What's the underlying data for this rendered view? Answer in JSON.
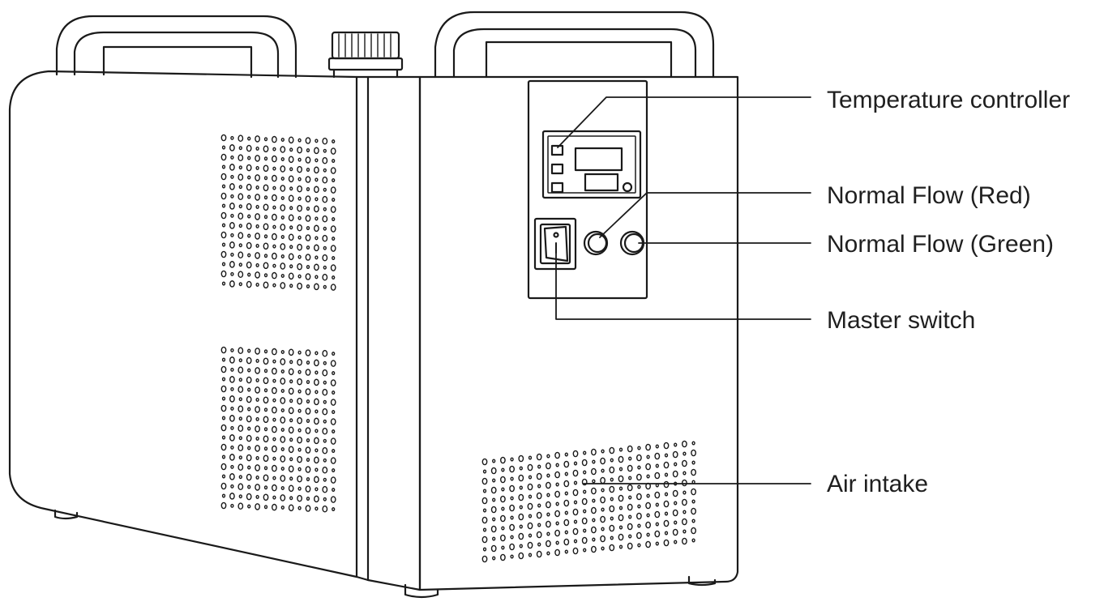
{
  "callouts": {
    "temperature_controller": "Temperature controller",
    "normal_flow_red": "Normal Flow (Red)",
    "normal_flow_green": "Normal Flow (Green)",
    "master_switch": "Master switch",
    "air_intake": "Air intake"
  },
  "style": {
    "line_color": "#1a1a1a",
    "background": "#ffffff"
  }
}
